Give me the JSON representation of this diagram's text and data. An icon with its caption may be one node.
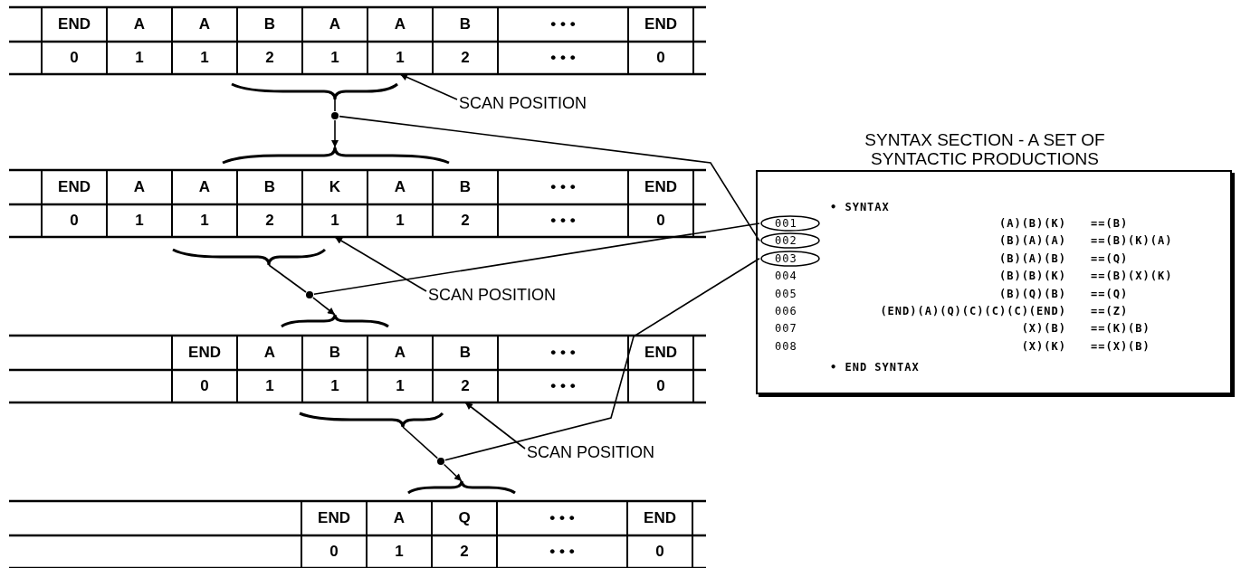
{
  "diagram": {
    "nodes": [
      {
        "text": [],
        "shape": "brace"
      },
      {
        "text": [
          "SCAN POSITION"
        ]
      },
      {
        "text": [],
        "shape": "circle"
      },
      {
        "text": [],
        "shape": "brace"
      },
      {
        "text": [
          "SYNTAX SECTION - A SET OF SYNTACTIC PRODUCTIONS",
          "• SYNTAX",
          "• END SYNTAX"
        ]
      },
      {
        "text": [
          "001"
        ],
        "in": 4
      },
      {
        "text": [
          "002"
        ],
        "in": 4
      },
      {
        "text": [
          "003"
        ],
        "in": 4
      },
      {
        "text": [],
        "shape": "brace"
      },
      {
        "text": [],
        "shape": "circle"
      },
      {
        "text": [
          "SCAN POSITION"
        ]
      },
      {
        "text": [],
        "shape": "brace"
      },
      {
        "text": [],
        "shape": "brace"
      },
      {
        "text": [
          "SCAN POSITION"
        ]
      },
      {
        "text": [],
        "shape": "circle"
      },
      {
        "text": [],
        "shape": "brace"
      },
      {
        "text": [
          "1"
        ]
      },
      {
        "text": [
          "1"
        ]
      },
      {
        "text": [
          "2"
        ]
      }
    ],
    "edges": [
      {
        "from": 0,
        "to": 2,
        "arrow": "none"
      },
      {
        "from": 2,
        "to": 3,
        "arrow": "to"
      },
      {
        "from": 2,
        "to": 6,
        "arrow": "none"
      },
      {
        "from": 1,
        "to": 16,
        "arrow": "to"
      },
      {
        "from": 8,
        "to": 9,
        "arrow": "none"
      },
      {
        "from": 9,
        "to": 11,
        "arrow": "to"
      },
      {
        "from": 9,
        "to": 5,
        "arrow": "none"
      },
      {
        "from": 10,
        "to": 17,
        "arrow": "to"
      },
      {
        "from": 12,
        "to": 14,
        "arrow": "none"
      },
      {
        "from": 14,
        "to": 15,
        "arrow": "to"
      },
      {
        "from": 14,
        "to": 7,
        "arrow": "none"
      },
      {
        "from": 13,
        "to": 18,
        "arrow": "to"
      }
    ],
    "labels": [
      "END",
      "A",
      "A",
      "B",
      "A",
      "A",
      "B",
      "• • •",
      "END",
      "0",
      "1",
      "1",
      "2",
      "1",
      "2",
      "• • •",
      "0",
      "END",
      "A",
      "A",
      "B",
      "K",
      "A",
      "B",
      "• • •",
      "END",
      "0",
      "1",
      "1",
      "2",
      "1",
      "2",
      "• • •",
      "0",
      "END",
      "A",
      "B",
      "A",
      "B",
      "• • •",
      "END",
      "0",
      "1",
      "1",
      "1",
      "• • •",
      "0",
      "END",
      "A",
      "Q",
      "• • •",
      "END",
      "0",
      "1",
      "2",
      "• • •",
      "0",
      "(A)(B)(K)",
      "==(B)",
      "(B)(A)(A)",
      "==(B)(K)(A)",
      "(B)(A)(B)",
      "==(Q)",
      "004",
      "(B)(B)(K)",
      "==(B)(X)(K)",
      "005",
      "(B)(Q)(B)",
      "==(Q)",
      "006",
      "(END)(A)(Q)(C)(C)(C)(END)",
      "==(Z)",
      "007",
      "(X)(B)",
      "==(K)(B)",
      "008",
      "(X)(K)",
      "==(X)(B)"
    ]
  }
}
